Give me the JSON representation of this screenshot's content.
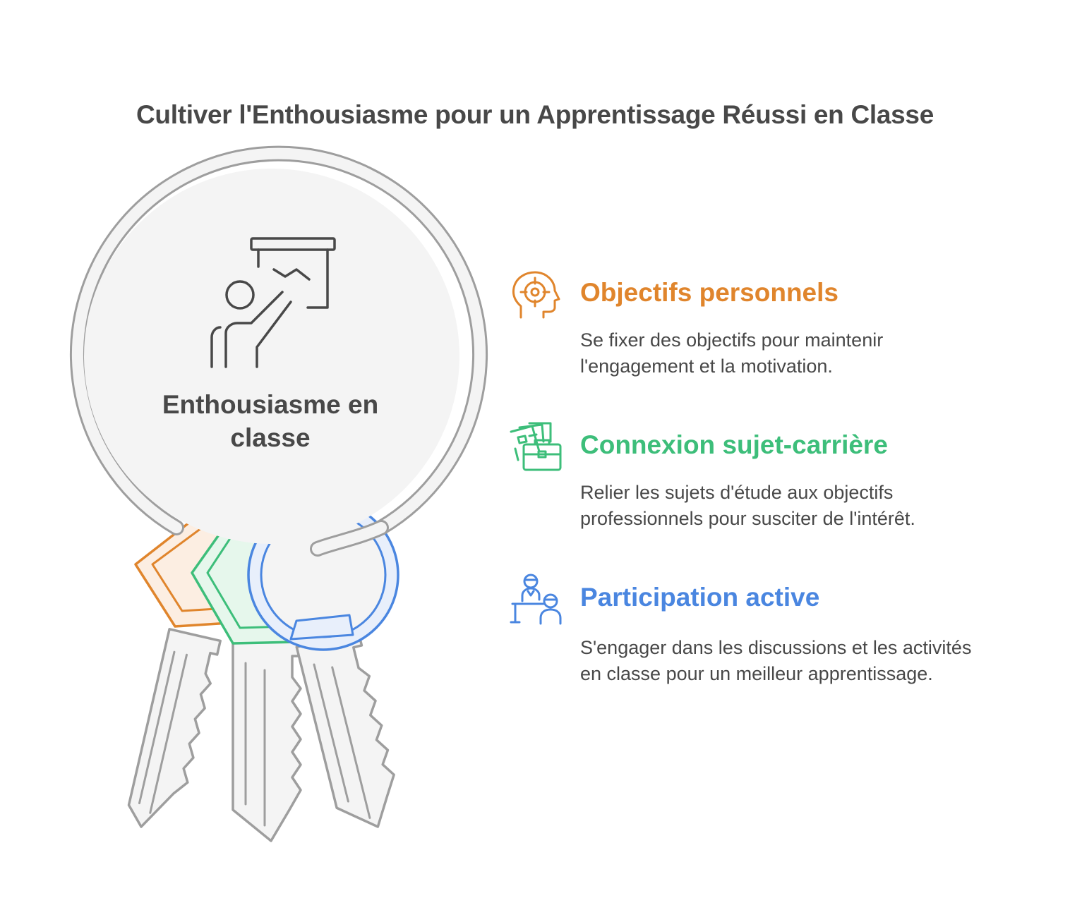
{
  "title": "Cultiver l'Enthousiasme pour un Apprentissage Réussi en Classe",
  "center": {
    "label": "Enthousiasme en classe",
    "icon": "teacher-presentation-icon"
  },
  "colors": {
    "orange": "#E0852C",
    "green": "#3DBE7A",
    "blue": "#4A86E0",
    "text": "#484848",
    "ring": "#9E9E9E"
  },
  "items": [
    {
      "title": "Objectifs personnels",
      "description": "Se fixer des objectifs pour maintenir l'engagement et la motivation.",
      "icon": "head-target-icon",
      "color": "#E0852C"
    },
    {
      "title": "Connexion sujet-carrière",
      "description": "Relier les sujets d'étude aux objectifs professionnels pour susciter de l'intérêt.",
      "icon": "briefcase-documents-icon",
      "color": "#3DBE7A"
    },
    {
      "title": "Participation active",
      "description": "S'engager dans les discussions et les activités en classe pour un meilleur apprentissage.",
      "icon": "people-discussion-icon",
      "color": "#4A86E0"
    }
  ]
}
